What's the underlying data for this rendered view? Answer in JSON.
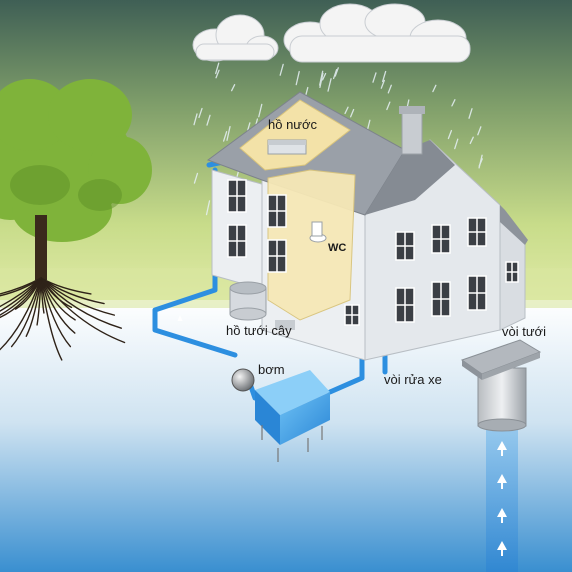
{
  "labels": {
    "water_tank": "hồ nước",
    "wc": "WC",
    "garden_tank": "hồ tưới cây",
    "pump": "bơm",
    "car_wash_tap": "vòi rửa xe",
    "garden_tap": "vòi tưới"
  },
  "colors": {
    "sky_top": "#3f5f55",
    "sky_bottom": "#c8dc8a",
    "water": "#3a8fd0",
    "pipe": "#2d8fe0",
    "roof": "#9aa0a8",
    "wall": "#eceff2",
    "tree": "#7fb33a",
    "attic": "#f3e2a8"
  },
  "icons": [
    "cloud-icon",
    "rain-icon",
    "tree-icon",
    "house-icon",
    "pump-icon",
    "cistern-icon",
    "well-icon"
  ]
}
